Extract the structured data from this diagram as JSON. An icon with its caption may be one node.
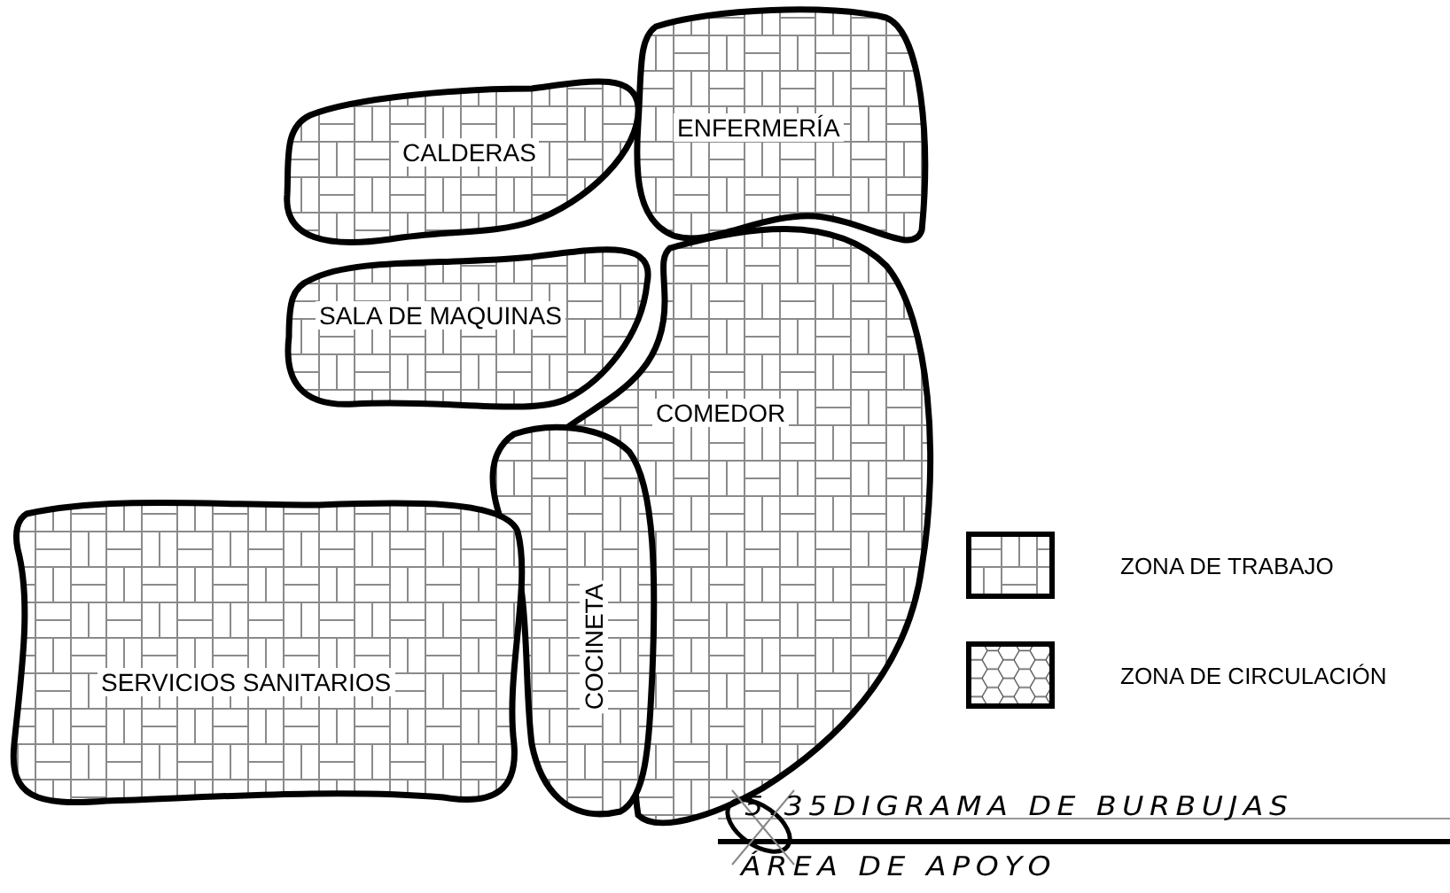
{
  "diagram": {
    "title": "5.35DIGRAMA DE BURBUJAS",
    "caption": "ÁREA DE APOYO",
    "nodes": [
      {
        "text": [
          "CALDERAS"
        ]
      },
      {
        "text": [
          "ENFERMERÍA"
        ]
      },
      {
        "text": [
          "SALA DE MAQUINAS"
        ]
      },
      {
        "text": [
          "COMEDOR"
        ]
      },
      {
        "text": [
          "COCINETA"
        ]
      },
      {
        "text": [
          "SERVICIOS SANITARIOS"
        ]
      }
    ],
    "legend": [
      {
        "text": "ZONA DE TRABAJO"
      },
      {
        "text": "ZONA DE CIRCULACIÓN"
      }
    ]
  }
}
